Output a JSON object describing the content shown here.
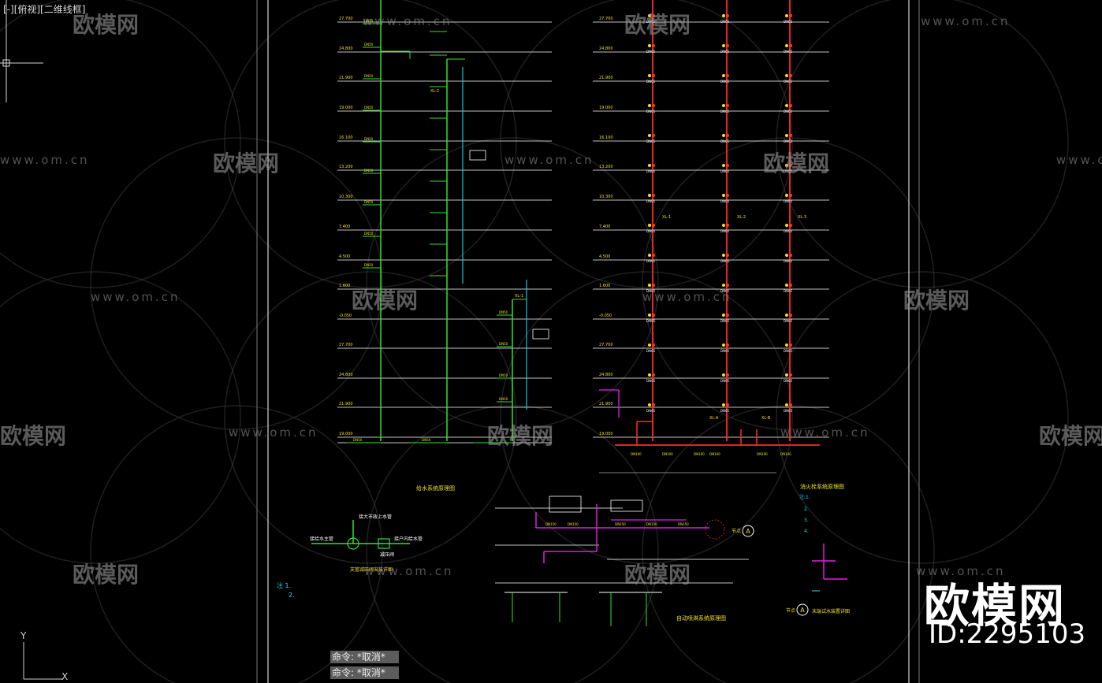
{
  "viewport": {
    "label": "[-][俯视][二维线框]"
  },
  "command_history": [
    "命令: *取消*",
    "命令: *取消*"
  ],
  "watermark": {
    "url_text": "www.om.cn",
    "logo_text": "欧模网"
  },
  "brand": {
    "name": "欧模网",
    "id": "ID:2295103"
  },
  "ucs": {
    "y_label": "Y",
    "x_label": "X"
  },
  "colors": {
    "background": "#000000",
    "frame_line": "#ffffff",
    "water_pipe": "#2fe22f",
    "fire_pipe": "#ff2a2a",
    "cyan_pipe": "#18c8d6",
    "magenta_pipe": "#e11ee1",
    "note_yellow": "#f0e020",
    "note_cyan": "#20e0e0"
  },
  "drawing": {
    "titles": {
      "water_supply": "给水系统原理图",
      "fire_hydrant": "消火栓系统原理图",
      "sprinkler": "自动喷淋系统原理图",
      "valve_detail": "支管减压阀安装详图",
      "node_detail": "末端试水装置详图"
    },
    "labels": {
      "fire_main": "接大市政上水管",
      "entry_pipe": "接给水主管",
      "user_pipe": "接户内给水管",
      "pressure_valve": "减压阀",
      "node_a": "节点",
      "node_letter": "A"
    },
    "notes": {
      "left_title": "注 1.",
      "left_2": "2.",
      "right_title": "注:1.",
      "right_2": "2.",
      "right_3": "3.",
      "right_4": "4."
    },
    "pipe_sizes": {
      "dn65": "DN65",
      "dn100": "DN100",
      "dn150": "DN150",
      "dn50": "DN50"
    },
    "elevations": [
      "27.700",
      "24.800",
      "21.900",
      "19.000",
      "16.100",
      "13.200",
      "10.300",
      "7.400",
      "4.500",
      "1.600",
      "-0.050"
    ],
    "risers": [
      "XL-1",
      "XL-2",
      "XL-3",
      "XL-A",
      "XL-B"
    ]
  }
}
